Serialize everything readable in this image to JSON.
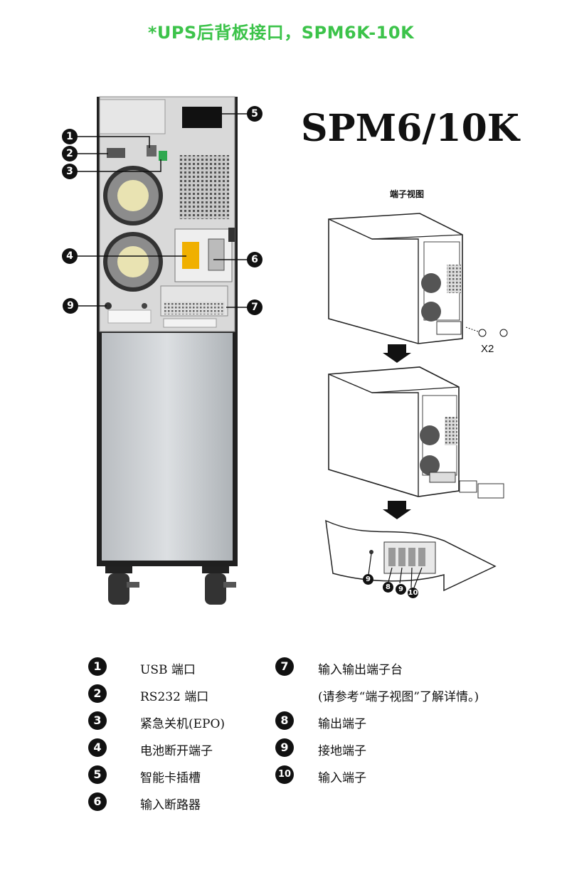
{
  "header": {
    "title": "*UPS后背板接口，SPM6K-10K"
  },
  "model": {
    "title": "SPM6/10K"
  },
  "terminal_view": {
    "label": "端子视图",
    "screw_count": "X2"
  },
  "callouts": {
    "left": [
      "1",
      "2",
      "3",
      "4",
      "5",
      "6",
      "7",
      "9"
    ],
    "right": [
      "9",
      "8",
      "9",
      "10"
    ]
  },
  "legend": {
    "left": [
      {
        "num": "1",
        "text": "USB  端口"
      },
      {
        "num": "2",
        "text": "RS232 端口"
      },
      {
        "num": "3",
        "text": "紧急关机(EPO)"
      },
      {
        "num": "4",
        "text": "电池断开端子"
      },
      {
        "num": "5",
        "text": "智能卡插槽"
      },
      {
        "num": "6",
        "text": "输入断路器"
      }
    ],
    "right": [
      {
        "num": "7",
        "text": "输入输出端子台"
      },
      {
        "num": "",
        "text": "(请参考“端子视图”了解详情。)"
      },
      {
        "num": "8",
        "text": "输出端子"
      },
      {
        "num": "9",
        "text": "接地端子"
      },
      {
        "num": "10",
        "text": "输入端子"
      }
    ]
  },
  "colors": {
    "title_green": "#3cc34a",
    "ink": "#111111"
  }
}
